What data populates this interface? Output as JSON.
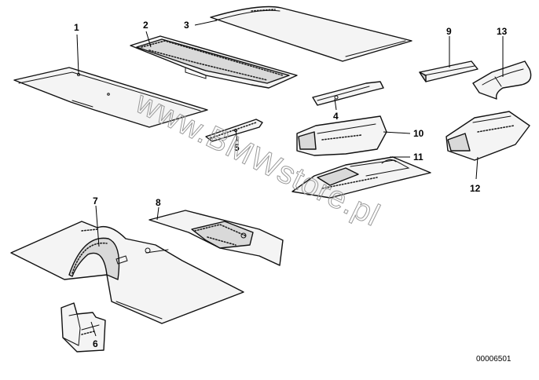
{
  "callouts": {
    "c1": "1",
    "c2": "2",
    "c3": "3",
    "c4": "4",
    "c5": "5",
    "c6": "6",
    "c7": "7",
    "c8": "8",
    "c9": "9",
    "c10": "10",
    "c11": "11",
    "c12": "12",
    "c13": "13"
  },
  "watermark": "www.BMWstore.pl",
  "catalog_number": "00006501"
}
